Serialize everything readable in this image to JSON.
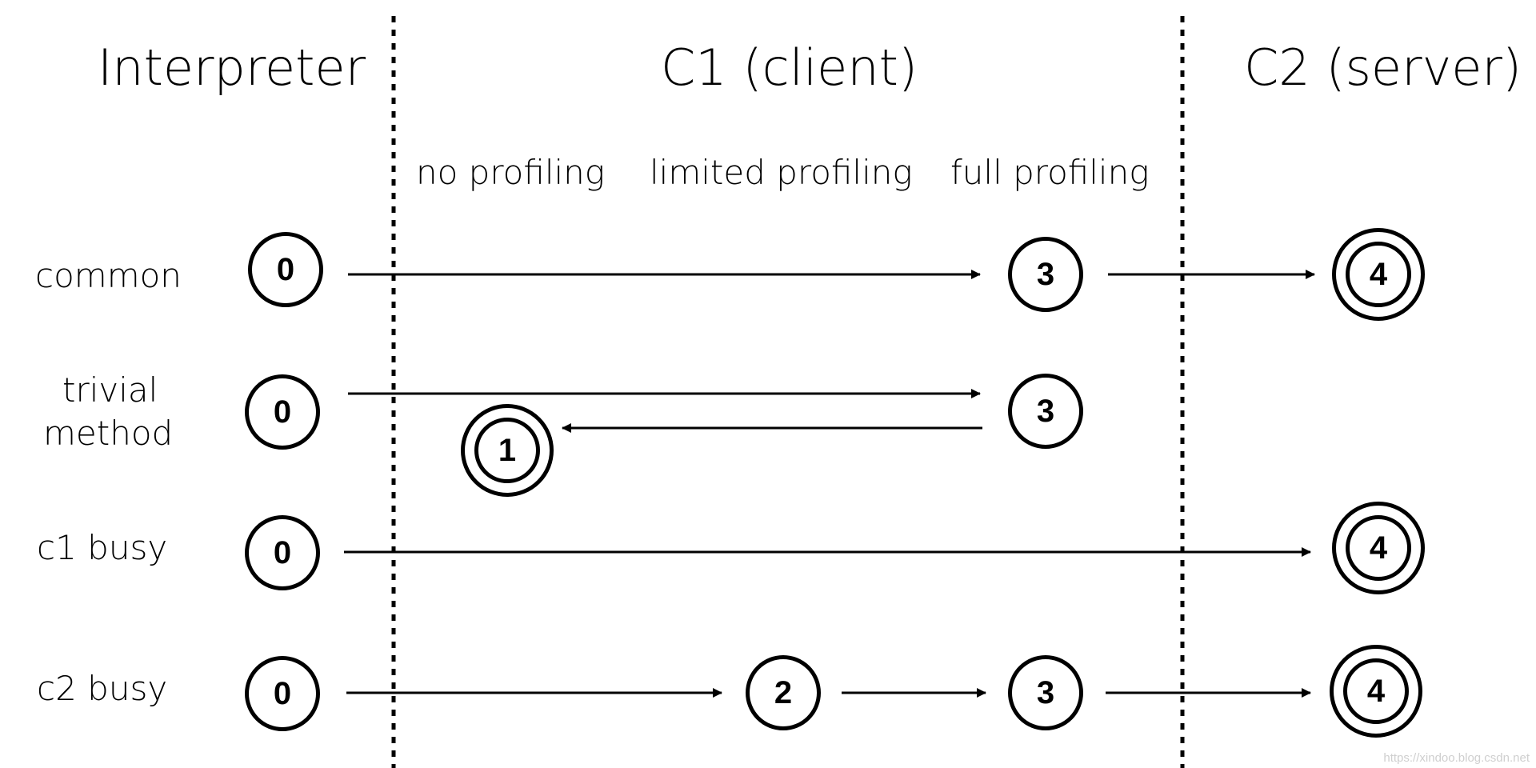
{
  "columns": {
    "interpreter": "Interpreter",
    "c1": "C1 (client)",
    "c2": "C2 (server)"
  },
  "subcolumns": {
    "no_profiling": "no profiling",
    "limited_profiling": "limited profiling",
    "full_profiling": "full profiling"
  },
  "rows": {
    "common": {
      "label": "common",
      "states": [
        "0",
        "3",
        "4"
      ]
    },
    "trivial": {
      "label_line1": "trivial",
      "label_line2": "method",
      "states": [
        "0",
        "3",
        "1"
      ]
    },
    "c1_busy": {
      "label": "c1 busy",
      "states": [
        "0",
        "4"
      ]
    },
    "c2_busy": {
      "label": "c2 busy",
      "states": [
        "0",
        "2",
        "3",
        "4"
      ]
    }
  },
  "watermark": "https://xindoo.blog.csdn.net"
}
